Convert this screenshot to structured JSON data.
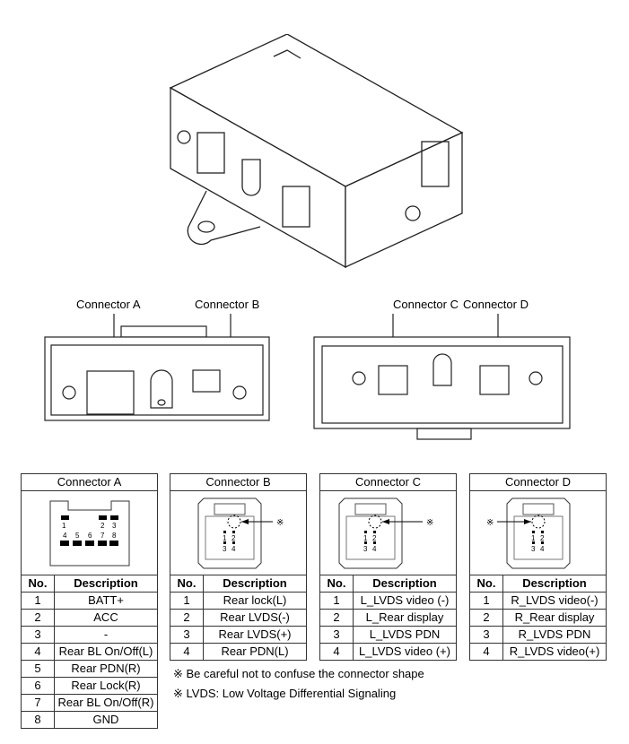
{
  "labels": {
    "connector_a": "Connector A",
    "connector_b": "Connector B",
    "connector_c": "Connector C",
    "connector_d": "Connector D"
  },
  "tables": {
    "a": {
      "title": "Connector A",
      "col_no": "No.",
      "col_desc": "Description",
      "pin_labels": [
        "1",
        "2",
        "3",
        "4",
        "5",
        "6",
        "7",
        "8"
      ],
      "rows": [
        {
          "no": "1",
          "desc": "BATT+"
        },
        {
          "no": "2",
          "desc": "ACC"
        },
        {
          "no": "3",
          "desc": "-"
        },
        {
          "no": "4",
          "desc": "Rear BL On/Off(L)"
        },
        {
          "no": "5",
          "desc": "Rear PDN(R)"
        },
        {
          "no": "6",
          "desc": "Rear Lock(R)"
        },
        {
          "no": "7",
          "desc": "Rear BL On/Off(R)"
        },
        {
          "no": "8",
          "desc": "GND"
        }
      ]
    },
    "b": {
      "title": "Connector B",
      "col_no": "No.",
      "col_desc": "Description",
      "mark": "※",
      "rows": [
        {
          "no": "1",
          "desc": "Rear lock(L)"
        },
        {
          "no": "2",
          "desc": "Rear LVDS(-)"
        },
        {
          "no": "3",
          "desc": "Rear LVDS(+)"
        },
        {
          "no": "4",
          "desc": "Rear PDN(L)"
        }
      ]
    },
    "c": {
      "title": "Connector C",
      "col_no": "No.",
      "col_desc": "Description",
      "mark": "※",
      "rows": [
        {
          "no": "1",
          "desc": "L_LVDS video (-)"
        },
        {
          "no": "2",
          "desc": "L_Rear display"
        },
        {
          "no": "3",
          "desc": "L_LVDS PDN"
        },
        {
          "no": "4",
          "desc": "L_LVDS video (+)"
        }
      ]
    },
    "d": {
      "title": "Connector D",
      "col_no": "No.",
      "col_desc": "Description",
      "mark": "※",
      "rows": [
        {
          "no": "1",
          "desc": "R_LVDS video(-)"
        },
        {
          "no": "2",
          "desc": "R_Rear display"
        },
        {
          "no": "3",
          "desc": "R_LVDS PDN"
        },
        {
          "no": "4",
          "desc": "R_LVDS video(+)"
        }
      ]
    }
  },
  "small_pin_labels": [
    "1",
    "2",
    "3",
    "4"
  ],
  "notes": [
    "※ Be careful not to confuse the connector shape",
    "※ LVDS: Low Voltage Differential Signaling"
  ]
}
